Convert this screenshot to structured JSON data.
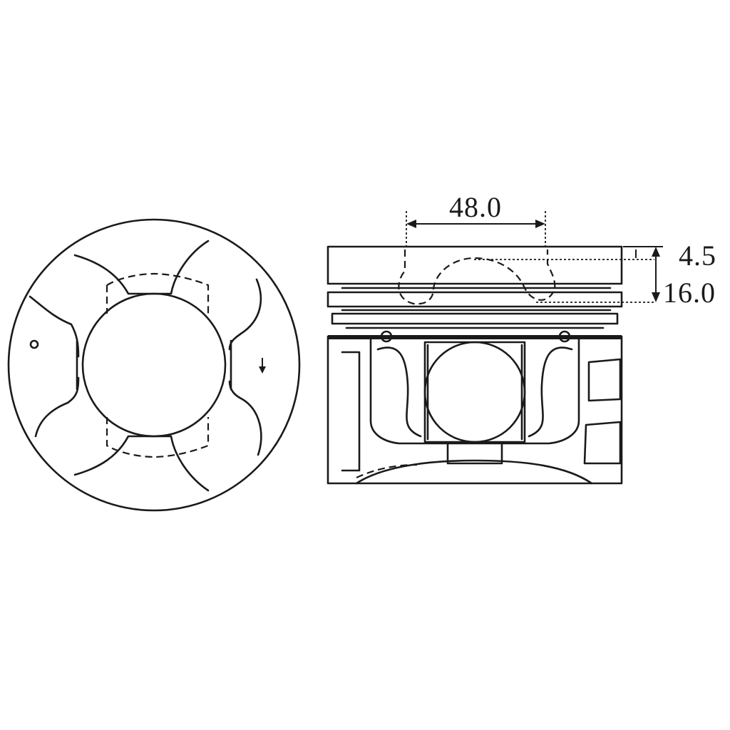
{
  "diagram": {
    "dimensions": {
      "bowl_diameter": "48.0",
      "top_to_ring": "4.5",
      "top_to_bowl_bottom": "16.0"
    },
    "colors": {
      "line": "#1a1a1a",
      "background": "#ffffff"
    }
  }
}
